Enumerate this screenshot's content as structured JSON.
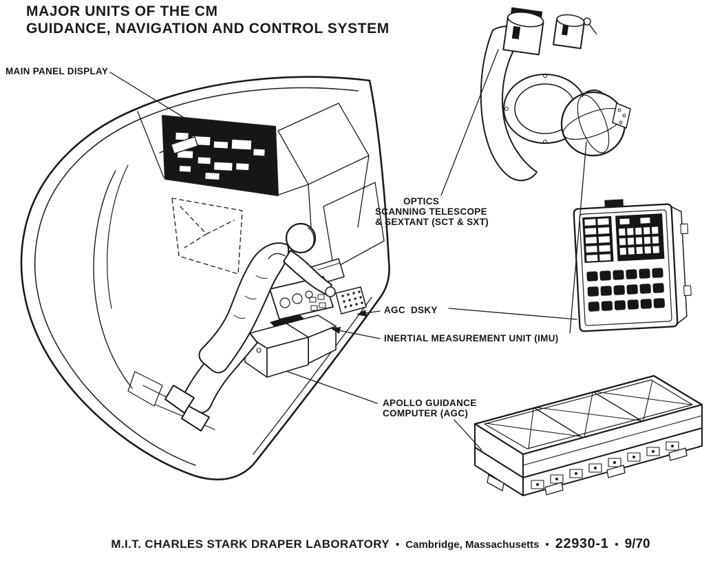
{
  "colors": {
    "ink": "#1a1a1a",
    "paper": "#ffffff"
  },
  "title": {
    "line1": "MAJOR UNITS OF THE CM",
    "line2": "GUIDANCE, NAVIGATION AND CONTROL SYSTEM"
  },
  "callouts": {
    "main_panel_display": "MAIN PANEL DISPLAY",
    "optics": {
      "line1": "OPTICS",
      "line2": "SCANNING TELESCOPE",
      "line3": "& SEXTANT (SCT & SXT)"
    },
    "agc_dsky": "AGC  DSKY",
    "imu": "INERTIAL MEASUREMENT UNIT (IMU)",
    "agc": {
      "line1": "APOLLO GUIDANCE",
      "line2": "COMPUTER (AGC)"
    }
  },
  "footer": {
    "lab": "M.I.T. CHARLES STARK DRAPER LABORATORY",
    "separator": "•",
    "location": "Cambridge, Massachusetts",
    "doc_number": "22930-1",
    "date": "9/70"
  }
}
